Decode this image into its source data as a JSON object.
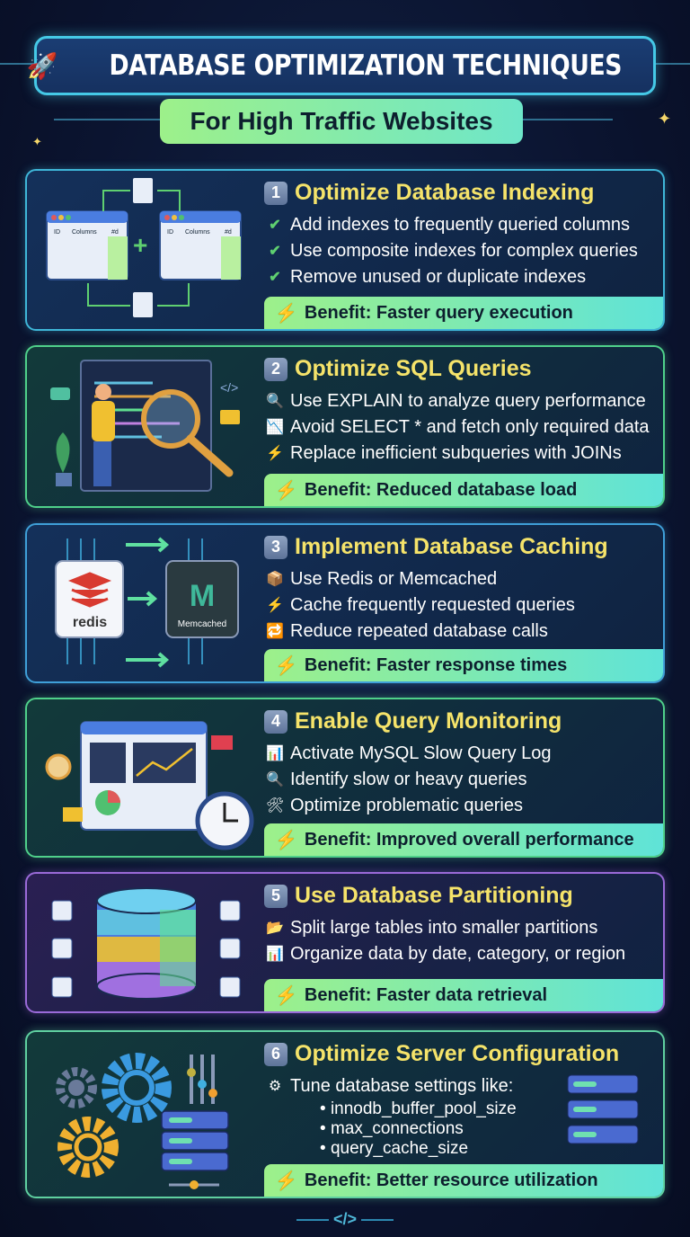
{
  "header": {
    "title": "DATABASE OPTIMIZATION TECHNIQUES",
    "subtitle": "For High Traffic Websites",
    "icon": "rocket-icon"
  },
  "cards": [
    {
      "number": "1",
      "title": "Optimize Database Indexing",
      "border": "#3fb6d8",
      "bg": "#14305a",
      "items": [
        {
          "icon": "✔",
          "text": "Add indexes to frequently queried columns"
        },
        {
          "icon": "✔",
          "text": "Use composite indexes for complex queries"
        },
        {
          "icon": "✔",
          "text": "Remove unused or duplicate indexes"
        }
      ],
      "benefit": "Benefit: Faster query execution",
      "illustration": {
        "table_headers": [
          "ID",
          "Columns",
          "#d"
        ]
      }
    },
    {
      "number": "2",
      "title": "Optimize SQL Queries",
      "border": "#4fd08a",
      "bg": "#123a3a",
      "items": [
        {
          "icon": "🔍",
          "text": "Use EXPLAIN to analyze query performance"
        },
        {
          "icon": "📉",
          "text": "Avoid SELECT * and fetch only required data"
        },
        {
          "icon": "⚡",
          "text": "Replace inefficient subqueries with JOINs"
        }
      ],
      "benefit": "Benefit: Reduced database load"
    },
    {
      "number": "3",
      "title": "Implement Database Caching",
      "border": "#3f9fd8",
      "bg": "#14305a",
      "items": [
        {
          "icon": "📦",
          "text": "Use Redis or Memcached"
        },
        {
          "icon": "⚡",
          "text": "Cache frequently requested queries"
        },
        {
          "icon": "🔁",
          "text": "Reduce repeated database calls"
        }
      ],
      "benefit": "Benefit: Faster response times",
      "illustration": {
        "redis_label": "redis",
        "memcached_label": "Memcached"
      }
    },
    {
      "number": "4",
      "title": "Enable Query Monitoring",
      "border": "#4fd08a",
      "bg": "#123a3a",
      "items": [
        {
          "icon": "📊",
          "text": "Activate MySQL Slow Query Log"
        },
        {
          "icon": "🔍",
          "text": "Identify slow or heavy queries"
        },
        {
          "icon": "🛠",
          "text": "Optimize problematic queries"
        }
      ],
      "benefit": "Benefit: Improved overall performance"
    },
    {
      "number": "5",
      "title": "Use Database Partitioning",
      "border": "#9a6ad8",
      "bg": "#2a1f52",
      "items": [
        {
          "icon": "📂",
          "text": "Split large tables into smaller partitions"
        },
        {
          "icon": "📊",
          "text": "Organize data by date, category, or region"
        }
      ],
      "benefit": "Benefit: Faster data retrieval"
    },
    {
      "number": "6",
      "title": "Optimize Server Configuration",
      "border": "#5fd0a0",
      "bg": "#123a3a",
      "items": [
        {
          "icon": "⚙",
          "text": "Tune database settings like:"
        }
      ],
      "sub_items": [
        "innodb_buffer_pool_size",
        "max_connections",
        "query_cache_size"
      ],
      "benefit": "Benefit: Better resource utilization"
    }
  ],
  "footer": {
    "code_symbol": "</>"
  }
}
